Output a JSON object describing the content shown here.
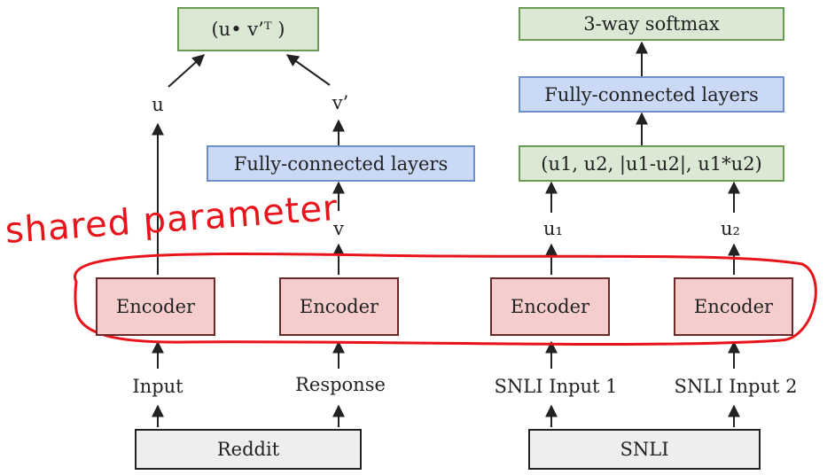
{
  "left": {
    "top_box": "(u• v’ᵀ )",
    "u_label": "u",
    "vprime_label": "v’",
    "fc_layers": "Fully-connected layers",
    "v_label": "v",
    "encoder_1": "Encoder",
    "encoder_2": "Encoder",
    "input_label": "Input",
    "response_label": "Response",
    "source": "Reddit"
  },
  "right": {
    "top_box": "3-way softmax",
    "fc_layers": "Fully-connected layers",
    "combine_box": "(u1, u2, |u1-u2|, u1*u2)",
    "u1_label": "u₁",
    "u2_label": "u₂",
    "encoder_3": "Encoder",
    "encoder_4": "Encoder",
    "input1_label": "SNLI Input 1",
    "input2_label": "SNLI Input 2",
    "source": "SNLI"
  },
  "annotation": {
    "text": "shared parameter",
    "color": "#e8141b"
  },
  "colors": {
    "green_fill": "#dbe9d4",
    "blue_fill": "#c9d9f6",
    "red_fill": "#f4cdcc",
    "gray_fill": "#eeeeee"
  }
}
